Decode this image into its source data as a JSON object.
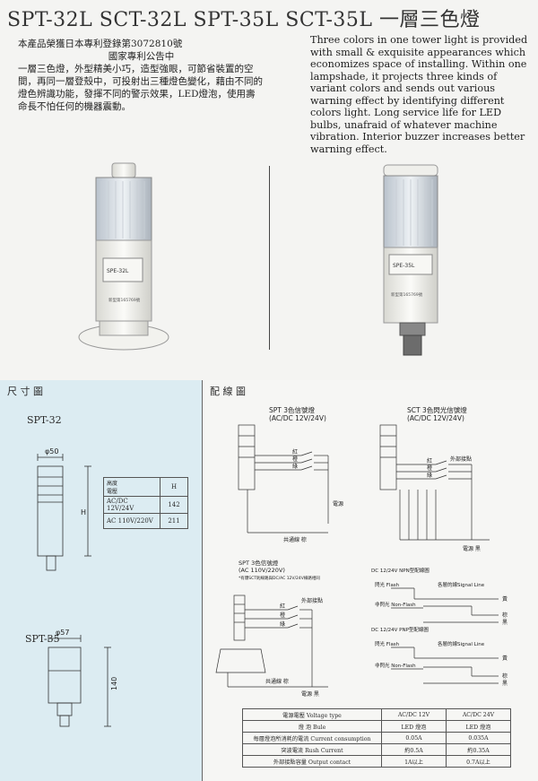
{
  "title": "SPT-32L SCT-32L SPT-35L SCT-35L 一層三色燈",
  "chinese": {
    "patent_line1": "本產品榮獲日本專利登錄第3072810號",
    "patent_line2": "國家專利公告中",
    "paragraph": "一層三色燈，外型精美小巧，造型強眼，可節省裝置的空間，再同一層登殼中，可投射出三種燈色變化，藉由不同的燈色辨識功能，發揮不同的警示效果，LED燈泡，使用壽命長不怕任何的機器震動。"
  },
  "english": "Three colors in one tower light is provided with small & exquisite appearances which economizes space of installing. Within one lampshade, it projects three kinds of variant colors and sends out various warning effect by identifying different colors light. Long service life for LED bulbs, unafraid of whatever machine vibration. Interior buzzer increases better warning effect.",
  "photos": {
    "left_label": "SPE-32L",
    "left_code": "新型第165769號",
    "right_label": "SPE-35L",
    "right_code": "新型第165769號"
  },
  "dimension": {
    "header": "尺 寸 圖",
    "spt32_label": "SPT-32",
    "spt32_diameter": "φ50",
    "spt32_h": "H",
    "spt35_label": "SPT-35",
    "spt35_diameter": "φ57",
    "spt35_height": "140",
    "table_header_voltage": "電壓",
    "table_header_height": "高度",
    "table_header_h": "H",
    "rows": [
      {
        "voltage": "AC/DC 12V/24V",
        "h": "142"
      },
      {
        "voltage": "AC 110V/220V",
        "h": "211"
      }
    ]
  },
  "wiring": {
    "header": "配 線 圖",
    "d1_title": "SPT 3色信號燈",
    "d1_sub": "(AC/DC 12V/24V)",
    "d2_title": "SCT 3色閃光信號燈",
    "d2_sub": "(AC/DC 12V/24V)",
    "d3_title": "SPT 3色信號燈",
    "d3_sub": "(AC 110V/220V)",
    "d3_note": "*有爆SCT則線路與DC/AC 12V/24V線路相同",
    "red": "紅",
    "orange": "橙",
    "green": "綠",
    "external_contact": "外部接點",
    "power": "電源",
    "common_line": "共通線 棕",
    "power_black": "電源 黑",
    "npn": "DC 12/24V NPN型配線圖",
    "pnp": "DC 12/24V PNP型配線圖",
    "flash": "閃光 Flash",
    "non_flash": "非閃光 Non-Flash",
    "signal_line": "各層的線Signal Line",
    "yellow": "黃",
    "brown": "棕",
    "black": "黑"
  },
  "spec": {
    "headers": [
      "電源電壓 Voltage type",
      "AC/DC 12V",
      "AC/DC 24V"
    ],
    "rows": [
      [
        "燈 泡 Bule",
        "LED 燈泡",
        "LED 燈泡"
      ],
      [
        "每層燈泡所消耗的電流 Current consumption",
        "0.05A",
        "0.035A"
      ],
      [
        "突波電流 Rush Current",
        "約0.5A",
        "約0.35A"
      ],
      [
        "外部接點容量 Output contact",
        "1A以上",
        "0.7A以上"
      ]
    ]
  }
}
